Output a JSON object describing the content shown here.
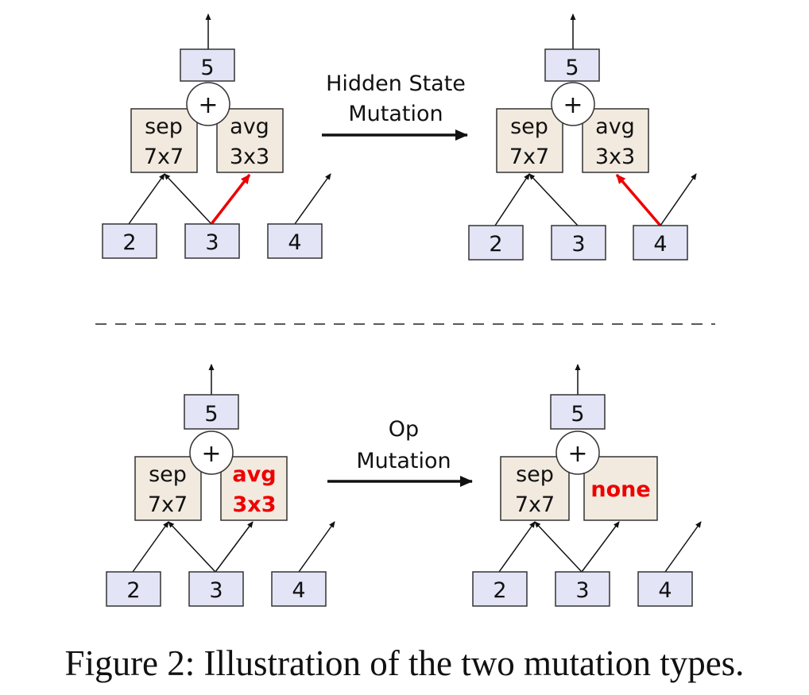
{
  "colors": {
    "node_fill": "#e3e4f6",
    "op_fill": "#f2eadf",
    "border": "#333333",
    "highlight": "#ee0000",
    "text": "#111111"
  },
  "top_panel": {
    "arrow_label_line1": "Hidden State",
    "arrow_label_line2": "Mutation",
    "before": {
      "output": "5",
      "combine": "+",
      "op_left_line1": "sep",
      "op_left_line2": "7x7",
      "op_right_line1": "avg",
      "op_right_line2": "3x3",
      "inputs": [
        "2",
        "3",
        "4"
      ]
    },
    "after": {
      "output": "5",
      "combine": "+",
      "op_left_line1": "sep",
      "op_left_line2": "7x7",
      "op_right_line1": "avg",
      "op_right_line2": "3x3",
      "inputs": [
        "2",
        "3",
        "4"
      ]
    }
  },
  "bottom_panel": {
    "arrow_label_line1": "Op",
    "arrow_label_line2": "Mutation",
    "before": {
      "output": "5",
      "combine": "+",
      "op_left_line1": "sep",
      "op_left_line2": "7x7",
      "op_right_line1": "avg",
      "op_right_line2": "3x3",
      "inputs": [
        "2",
        "3",
        "4"
      ]
    },
    "after": {
      "output": "5",
      "combine": "+",
      "op_left_line1": "sep",
      "op_left_line2": "7x7",
      "op_right": "none",
      "inputs": [
        "2",
        "3",
        "4"
      ]
    }
  },
  "caption": "Figure 2: Illustration of the two mutation types."
}
